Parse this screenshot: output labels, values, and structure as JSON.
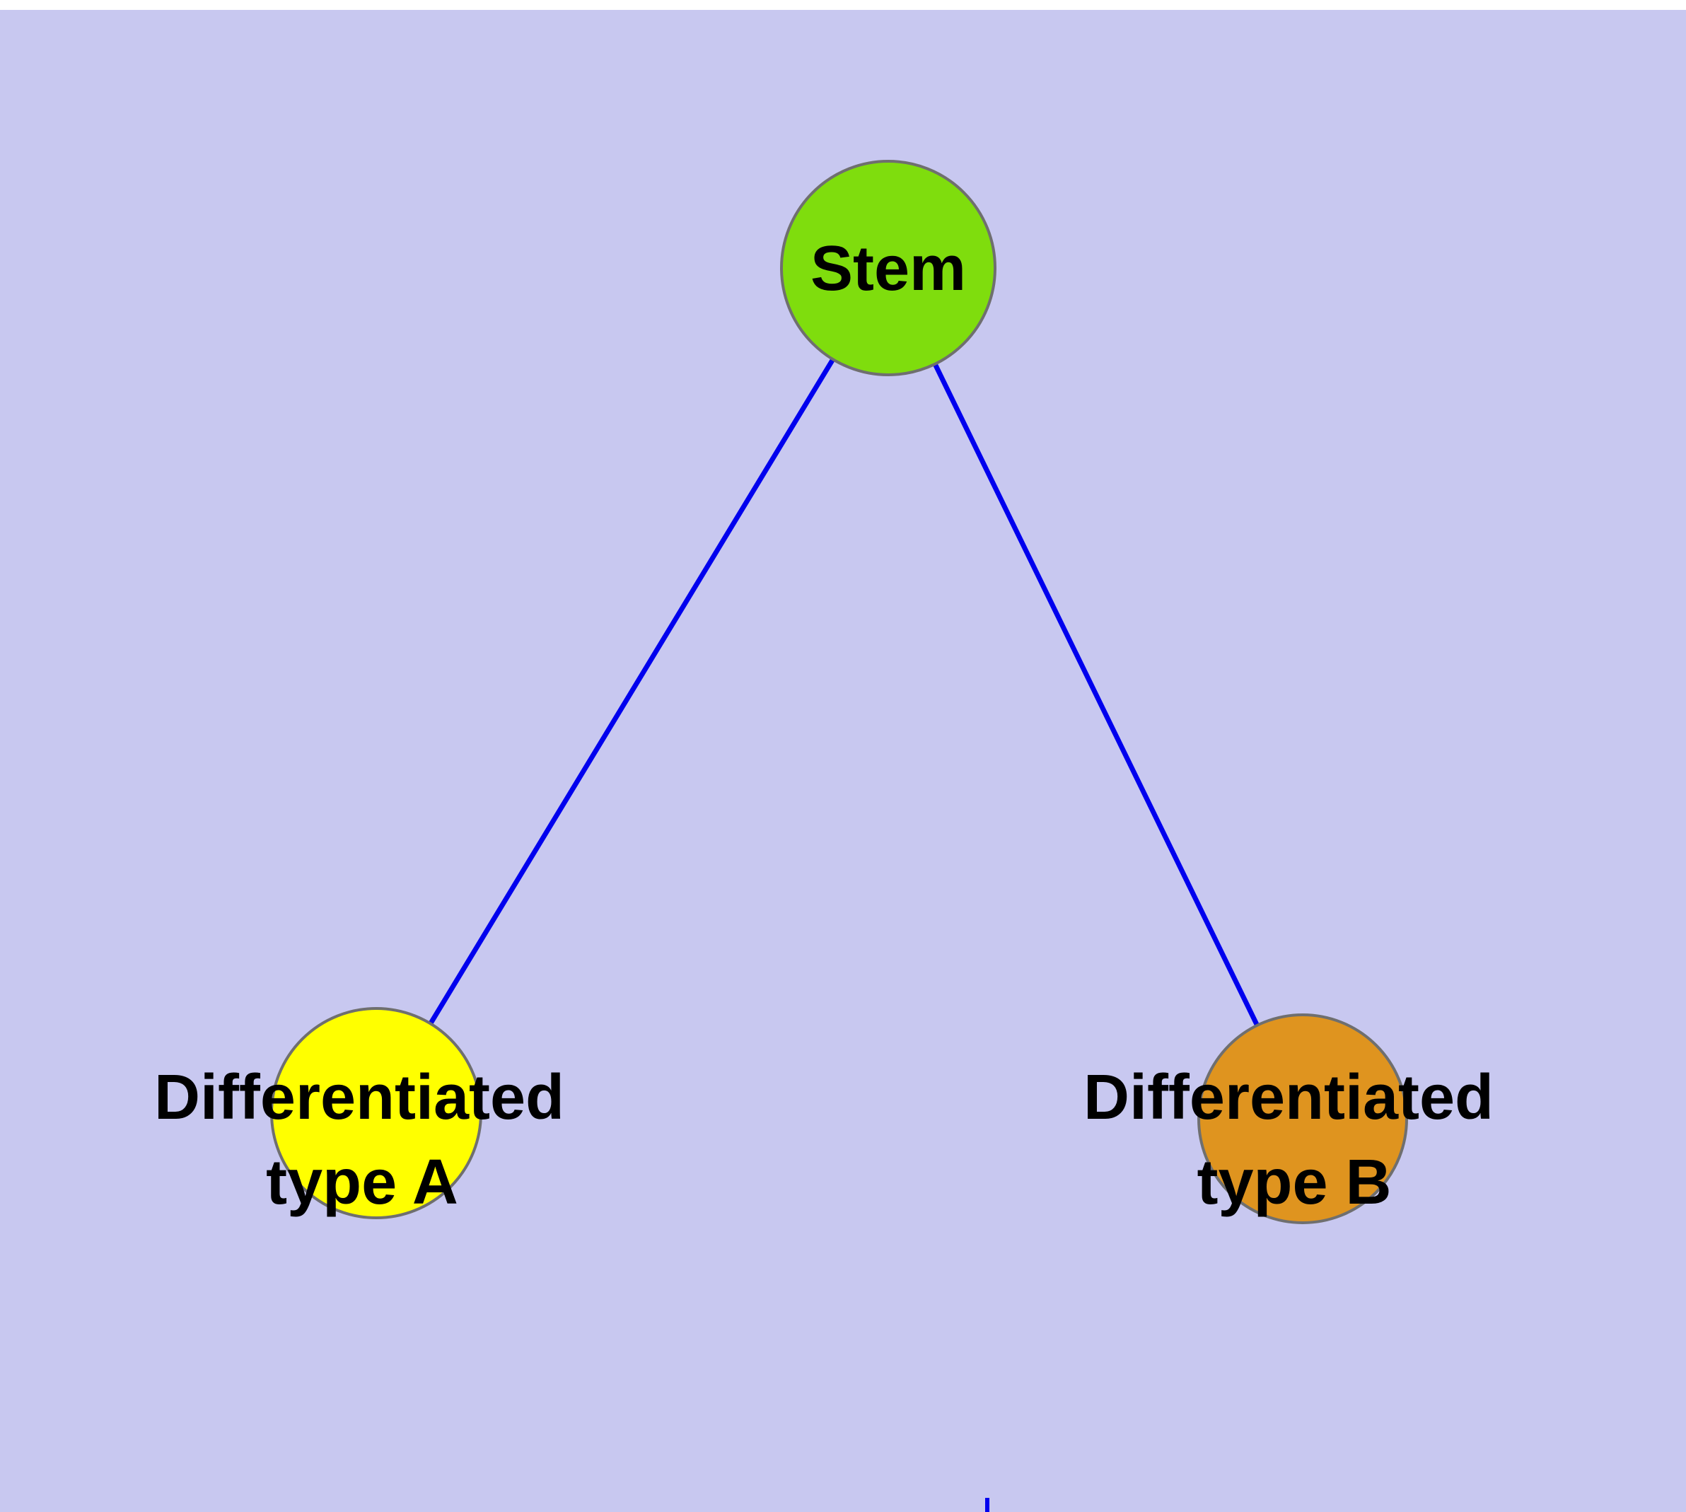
{
  "diagram": {
    "background_color": "#c8c8f0",
    "top_strip_color": "#ffffff",
    "edge_color": "#0000ee",
    "node_border_color": "#6f6f6f",
    "label_color": "#000000",
    "nodes": {
      "stem": {
        "label": "Stem",
        "fill": "#7fdd0d"
      },
      "diff_a": {
        "label_line1": "Differentiated",
        "label_line2": "type A",
        "fill": "#ffff00"
      },
      "diff_b": {
        "label_line1": "Differentiated",
        "label_line2": "type B",
        "fill": "#df941f"
      }
    },
    "edges": [
      {
        "from": "Stem",
        "to": "Differentiated type A"
      },
      {
        "from": "Stem",
        "to": "Differentiated type B"
      }
    ]
  }
}
